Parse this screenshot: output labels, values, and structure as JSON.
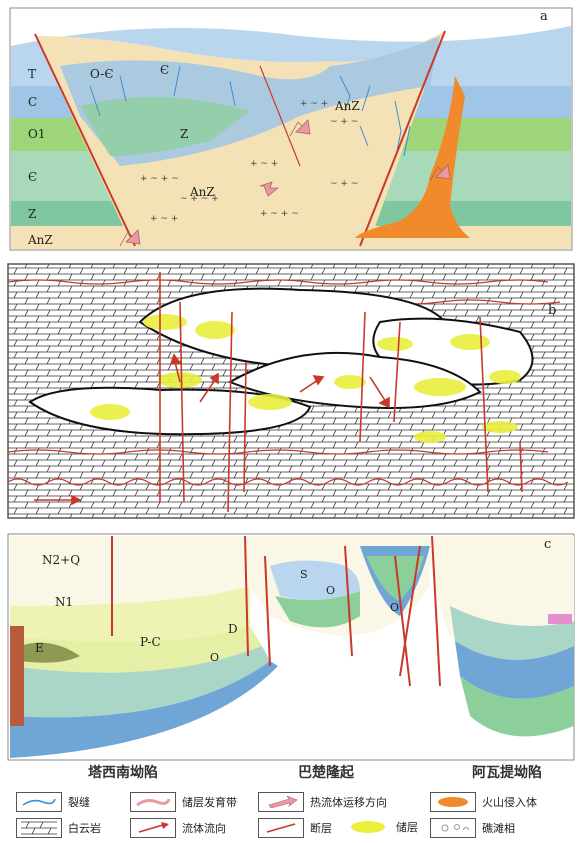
{
  "panel_a": {
    "tag": "a",
    "strata": [
      "T",
      "C",
      "O1",
      "Є",
      "Z",
      "AnZ"
    ],
    "labels": [
      "O-Є",
      "Є",
      "Z",
      "AnZ",
      "AnZ"
    ]
  },
  "panel_b": {
    "tag": "b"
  },
  "panel_c": {
    "tag": "c",
    "strata": [
      "N2+Q",
      "N1",
      "E",
      "P-C",
      "D",
      "O",
      "S",
      "O",
      "O"
    ]
  },
  "regions": [
    "塔西南坳陷",
    "巴楚隆起",
    "阿瓦提坳陷"
  ],
  "legend": [
    {
      "label": "裂缝",
      "icon": "fracture-icon"
    },
    {
      "label": "储层发育带",
      "icon": "reservoir-zone-icon"
    },
    {
      "label": "热流体运移方向",
      "icon": "hydrothermal-arrow-icon"
    },
    {
      "label": "火山侵入体",
      "icon": "volcanic-intrusion-icon"
    },
    {
      "label": "白云岩",
      "icon": "dolomite-icon"
    },
    {
      "label": "流体流向",
      "icon": "fluid-flow-icon"
    },
    {
      "label": "断层",
      "icon": "fault-icon"
    },
    {
      "label": "储层",
      "icon": "reservoir-icon"
    },
    {
      "label": "礁滩相",
      "icon": "reef-shoal-icon"
    }
  ],
  "colors": {
    "blue_layer": "#9fc6e6",
    "green_layer": "#8ccf9a",
    "sand": "#f4e2b6",
    "orange_intrusion": "#f08a2a",
    "fault_red": "#c8392b",
    "reservoir_yellow": "#e8ef3c",
    "yellow_green": "#eef3b4"
  }
}
